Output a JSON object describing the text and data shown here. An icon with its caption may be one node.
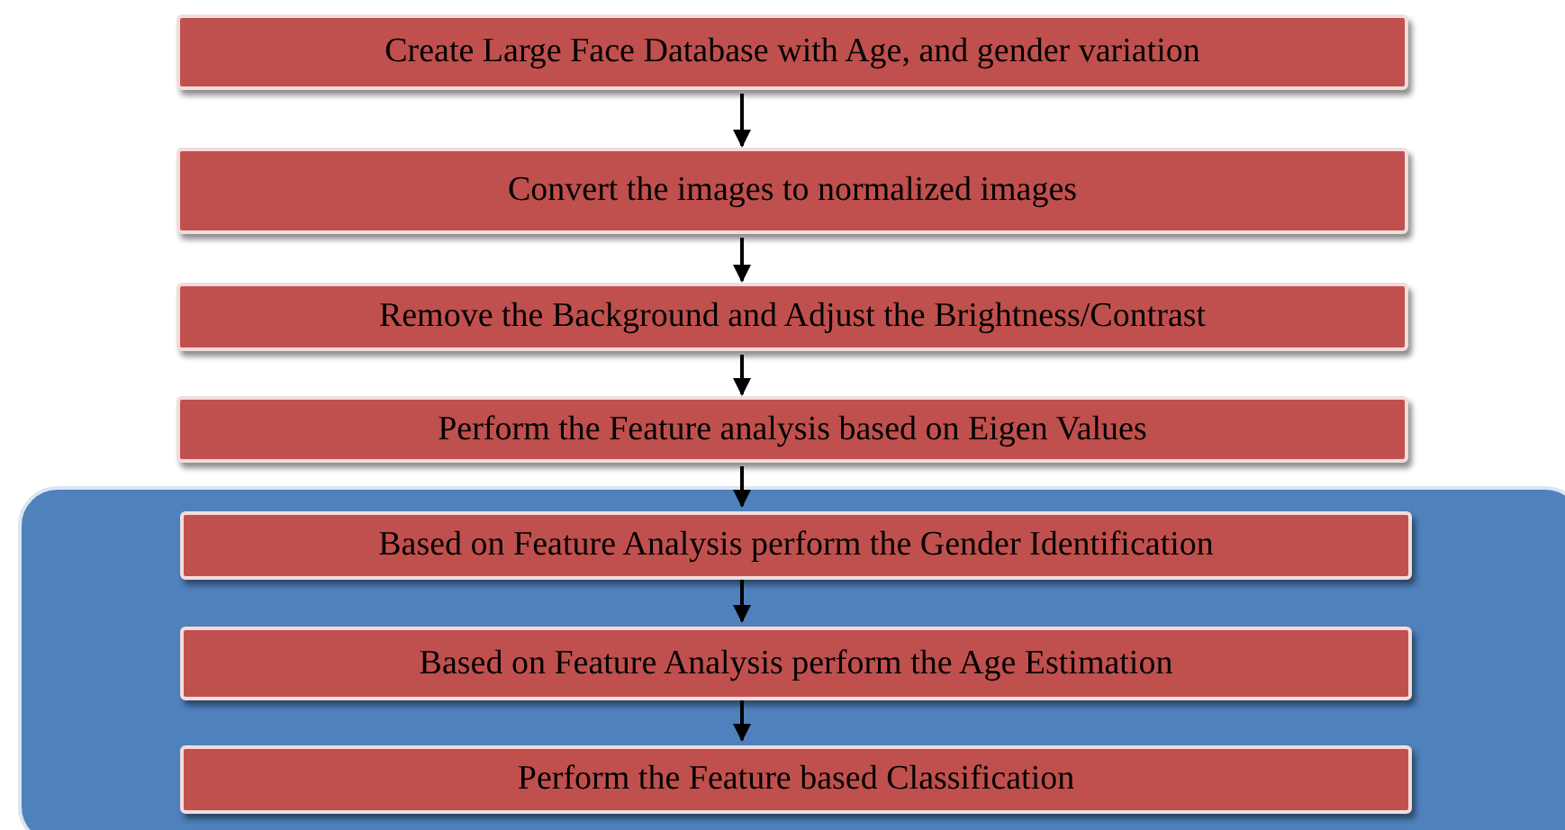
{
  "diagram": {
    "nodes": [
      {
        "text": [
          "Create Large Face Database with Age, and gender variation"
        ]
      },
      {
        "text": [
          "Convert the images to normalized images"
        ]
      },
      {
        "text": [
          "Remove the Background and Adjust the Brightness/Contrast"
        ]
      },
      {
        "text": [
          "Perform the Feature analysis based on Eigen Values"
        ]
      },
      {
        "text": [],
        "shape": "box"
      },
      {
        "text": [
          "Based on Feature Analysis perform the Gender Identification"
        ],
        "in": 4
      },
      {
        "text": [
          "Based on Feature Analysis perform the Age Estimation"
        ],
        "in": 4
      },
      {
        "text": [
          "Perform the Feature based Classification"
        ],
        "in": 4
      }
    ],
    "edges": [
      {
        "from": 0,
        "to": 1,
        "arrow": "to"
      },
      {
        "from": 1,
        "to": 2,
        "arrow": "to"
      },
      {
        "from": 2,
        "to": 3,
        "arrow": "to"
      },
      {
        "from": 3,
        "to": 5,
        "arrow": "to"
      },
      {
        "from": 5,
        "to": 6,
        "arrow": "to"
      },
      {
        "from": 6,
        "to": 7,
        "arrow": "to"
      }
    ]
  }
}
